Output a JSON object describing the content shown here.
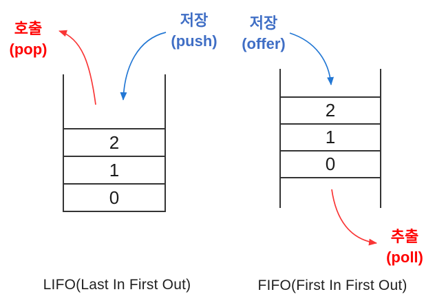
{
  "colors": {
    "red_text": "#ff0000",
    "red_arrow": "#f93535",
    "blue_text": "#3f6ec5",
    "blue_arrow": "#2277d4",
    "line": "#333333"
  },
  "stack": {
    "caption": "LIFO(Last In First Out)",
    "cells": [
      "2",
      "1",
      "0"
    ],
    "pop_label": {
      "korean": "호출",
      "english": "(pop)"
    },
    "push_label": {
      "korean": "저장",
      "english": "(push)"
    }
  },
  "queue": {
    "caption": "FIFO(First In First Out)",
    "cells": [
      "2",
      "1",
      "0"
    ],
    "offer_label": {
      "korean": "저장",
      "english": "(offer)"
    },
    "poll_label": {
      "korean": "추출",
      "english": "(poll)"
    }
  }
}
